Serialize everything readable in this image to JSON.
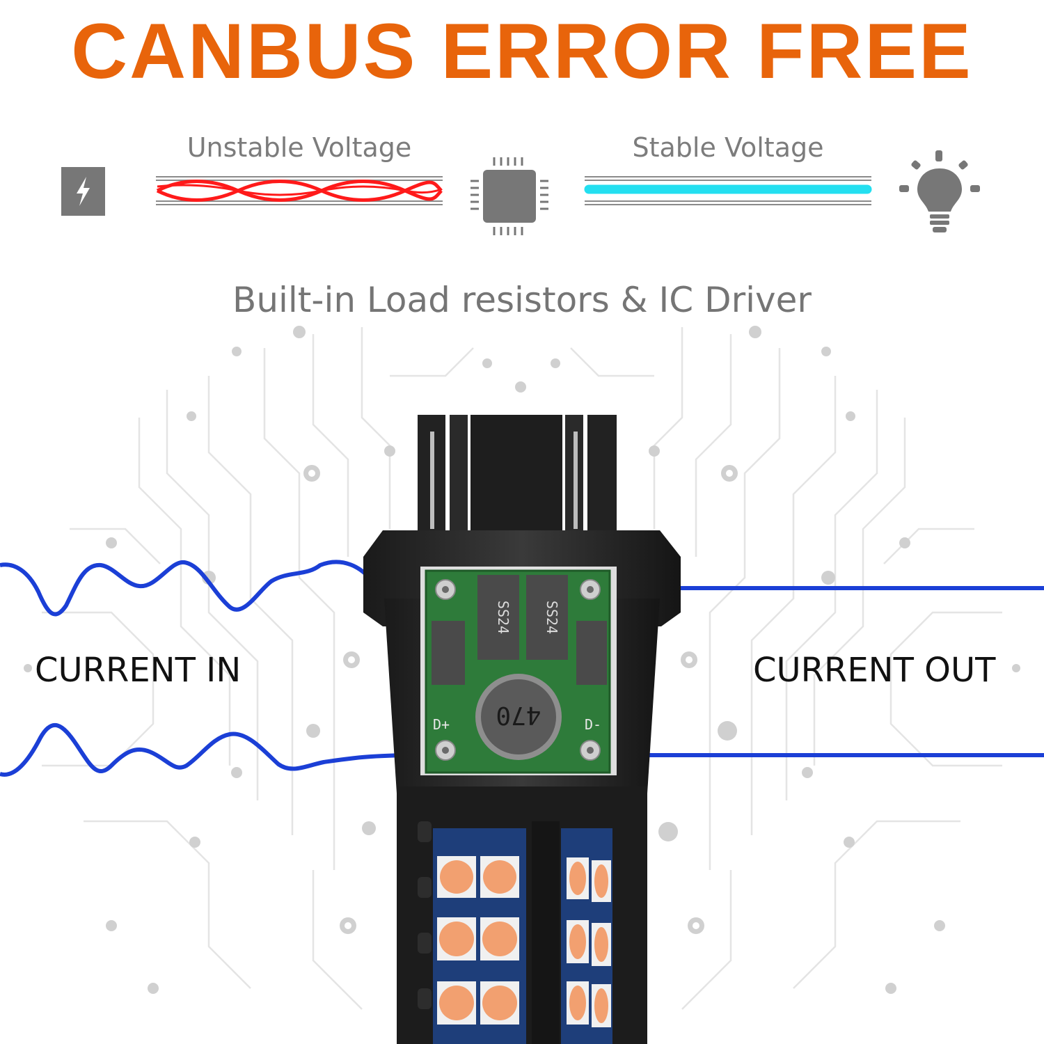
{
  "headline": "CANBUS ERROR FREE",
  "unstable_label": "Unstable Voltage",
  "stable_label": "Stable Voltage",
  "subtitle": "Built-in Load resistors & IC Driver",
  "current_in": "CURRENT IN",
  "current_out": "CURRENT OUT",
  "board": {
    "chip_1": "SS24",
    "chip_2": "SS24",
    "inductor": "470",
    "left_pad": "D+",
    "right_pad": "D-"
  },
  "icons": {
    "power": "lightning-icon",
    "chip": "chip-icon",
    "bulb": "light-bulb-icon"
  },
  "colors": {
    "headline": "#e8640b",
    "unstable_wave": "#ff1a1a",
    "stable_line": "#23dff0",
    "current_wave": "#1b3fd6",
    "icon_gray": "#777777",
    "led": "#f2a070"
  }
}
